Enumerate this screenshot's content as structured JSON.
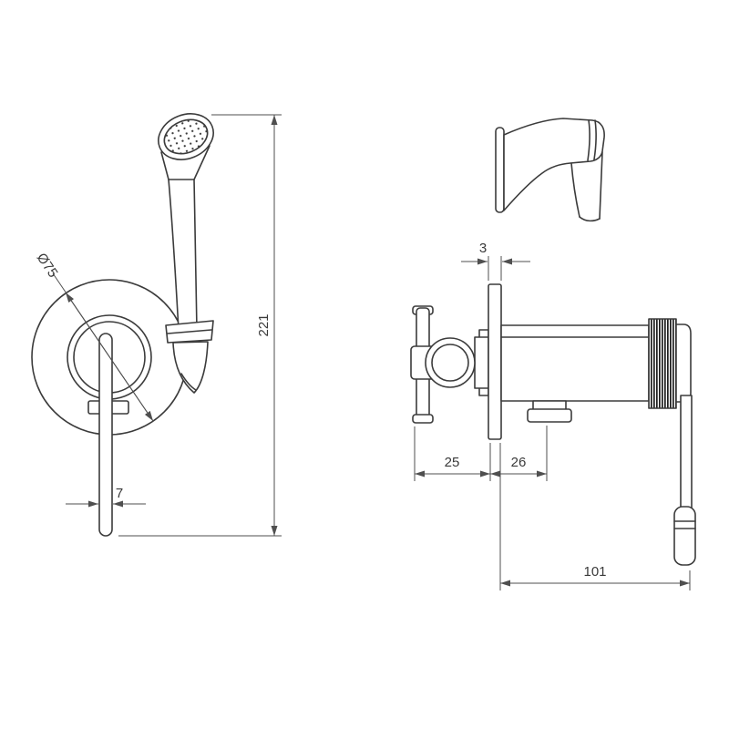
{
  "colors": {
    "background": "#ffffff",
    "line": "#3b3b3b",
    "dimension": "#4f4f4f"
  },
  "front_view": {
    "dims": {
      "diameter": "Ø75",
      "overall_height": "221",
      "lever_width": "7"
    }
  },
  "side_view": {
    "dims": {
      "plate_thickness": "3",
      "handle_to_wall": "25",
      "wall_to_outlet": "26",
      "overall_depth": "101"
    }
  }
}
